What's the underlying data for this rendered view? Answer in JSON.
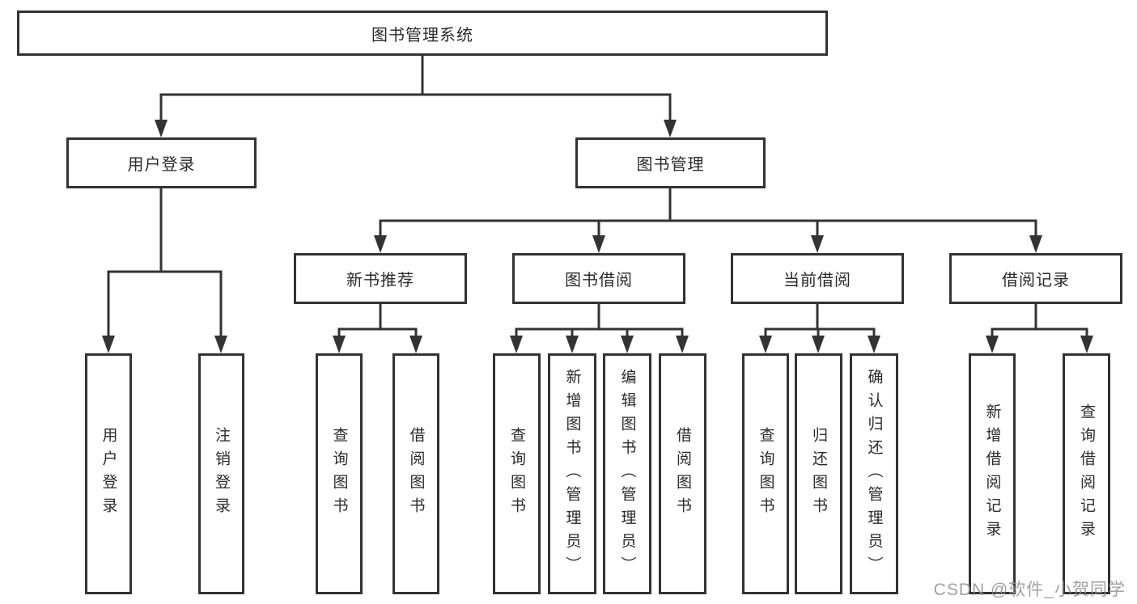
{
  "nodes": {
    "root": "图书管理系统",
    "user_login": "用户登录",
    "book_mgmt": "图书管理",
    "new_book_rec": "新书推荐",
    "book_borrow": "图书借阅",
    "current_borrow": "当前借阅",
    "borrow_records": "借阅记录",
    "ul_login": "用户登录",
    "ul_logout": "注销登录",
    "nbr_query": "查询图书",
    "nbr_borrow": "借阅图书",
    "bb_query": "查询图书",
    "bb_add": "新增图书（管理员）",
    "bb_edit": "编辑图书（管理员）",
    "bb_borrow": "借阅图书",
    "cb_query": "查询图书",
    "cb_return": "归还图书",
    "cb_confirm": "确认归还（管理员）",
    "br_add": "新增借阅记录",
    "br_query": "查询借阅记录"
  },
  "watermark": "CSDN @软件_小贺同学",
  "colors": {
    "line": "#333333",
    "box_border": "#333333",
    "text": "#2b2b2b",
    "watermark": "#919191"
  }
}
